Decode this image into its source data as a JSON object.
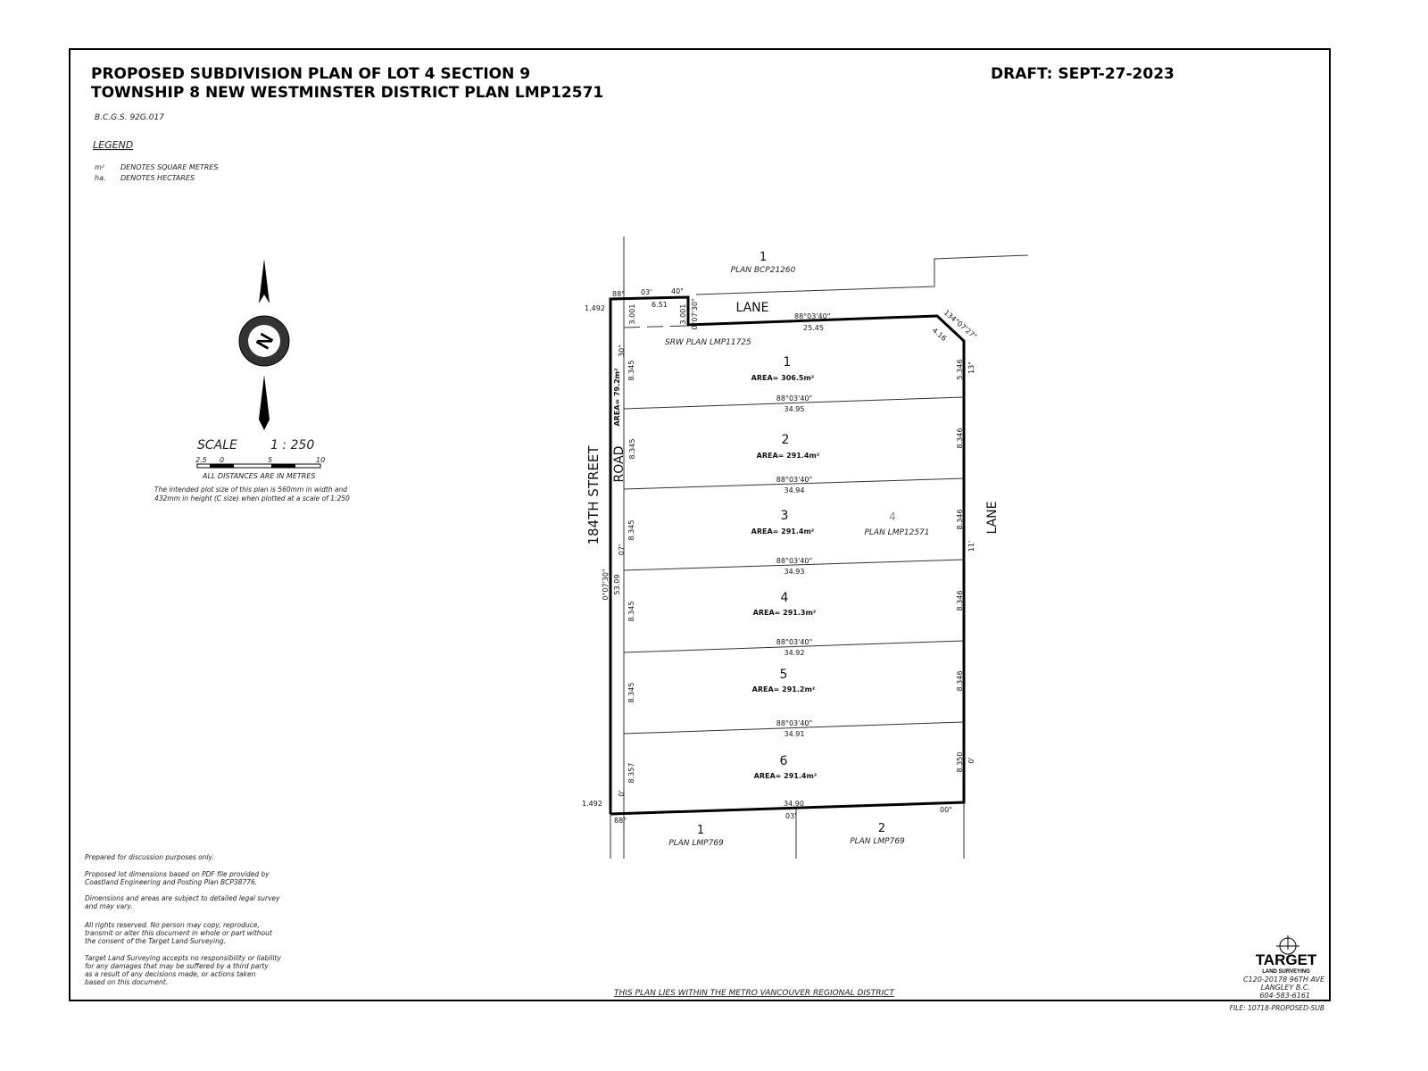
{
  "title": {
    "line1": "PROPOSED SUBDIVISION PLAN OF LOT 4 SECTION 9",
    "line2": "TOWNSHIP 8 NEW WESTMINSTER DISTRICT PLAN LMP12571",
    "draft": "DRAFT: SEPT-27-2023",
    "bcgs": "B.C.G.S. 92G.017"
  },
  "legend": {
    "heading": "LEGEND",
    "items": [
      {
        "sym": "m²",
        "text": "DENOTES SQUARE METRES"
      },
      {
        "sym": "ha.",
        "text": "DENOTES HECTARES"
      }
    ]
  },
  "scale": {
    "label": "SCALE",
    "ratio": "1 : 250",
    "ticks": [
      "2.5",
      "0",
      "5",
      "10"
    ],
    "units": "ALL DISTANCES ARE IN METRES",
    "note1": "The intended plot size of this plan is 560mm in width and",
    "note2": "432mm in height (C size) when plotted at a scale of 1:250"
  },
  "plan": {
    "north": {
      "lot": "1",
      "plan": "PLAN BCP21260"
    },
    "lane_top": "LANE",
    "lane_right": "LANE",
    "street": "184TH STREET",
    "road": "ROAD",
    "road_area": "AREA= 79.2m²",
    "srw": "SRW PLAN LMP11725",
    "parent": {
      "lot": "4",
      "plan": "PLAN LMP12571"
    },
    "lots": [
      {
        "num": "1",
        "area": "AREA= 306.5m²"
      },
      {
        "num": "2",
        "area": "AREA= 291.4m²"
      },
      {
        "num": "3",
        "area": "AREA= 291.4m²"
      },
      {
        "num": "4",
        "area": "AREA= 291.3m²"
      },
      {
        "num": "5",
        "area": "AREA= 291.2m²"
      },
      {
        "num": "6",
        "area": "AREA= 291.4m²"
      }
    ],
    "dividers": [
      {
        "bearing": "88°03'40\"",
        "dist": "34.95"
      },
      {
        "bearing": "88°03'40\"",
        "dist": "34.94"
      },
      {
        "bearing": "88°03'40\"",
        "dist": "34.93"
      },
      {
        "bearing": "88°03'40\"",
        "dist": "34.92"
      },
      {
        "bearing": "88°03'40\"",
        "dist": "34.91"
      }
    ],
    "left_dims": [
      "8.345",
      "8.345",
      "8.345",
      "8.345",
      "8.345",
      "8.357"
    ],
    "right_dims": [
      "5.346",
      "8.346",
      "8.346",
      "8.346",
      "8.346",
      "8.350"
    ],
    "top": {
      "b1": "88°",
      "b2": "03'",
      "b3": "40\"",
      "d1": "6.51",
      "d2": "3.001",
      "d3": "3.001",
      "b4": "0°07'30\"",
      "b5": "88°03'40\"",
      "d4": "25.45",
      "b6": "134°07'27\"",
      "d5": "4.16",
      "off": "1.492"
    },
    "misc": {
      "l30": "30\"",
      "l07": "07'",
      "l0": "0'",
      "lb": "0°07'30\"",
      "ld": "53.09",
      "r13": "13\"",
      "r11": "11'",
      "r0": "0'",
      "bot_d": "34.90",
      "bot_03": "03'",
      "bot_00": "00\"",
      "bot_88": "88°",
      "off2": "1.492"
    },
    "south": [
      {
        "lot": "1",
        "plan": "PLAN LMP769"
      },
      {
        "lot": "2",
        "plan": "PLAN LMP769"
      }
    ]
  },
  "notes": [
    "Prepared for discussion purposes only.",
    "Proposed lot dimensions based on PDF file provided by",
    "Coastland Engineering and Posting Plan BCP38776.",
    "Dimensions and areas are subject to detailed legal survey",
    "and may vary.",
    "All rights reserved. No person may copy, reproduce,",
    "transmit or alter this document in whole or part without",
    "the consent of the Target Land Surveying.",
    "Target Land Surveying accepts no responsibility or liability",
    "for any damages that may be suffered by a third party",
    "as a result of any decisions made, or actions taken",
    "based on this document."
  ],
  "footer": {
    "metro": "THIS PLAN LIES WITHIN THE METRO VANCOUVER REGIONAL DISTRICT",
    "file": "FILE: 10718-PROPOSED-SUB"
  },
  "company": {
    "name": "TARGET",
    "sub": "LAND SURVEYING",
    "addr": "C120-20178 96TH AVE",
    "city": "LANGLEY B.C.",
    "phone": "604-583-6161"
  }
}
